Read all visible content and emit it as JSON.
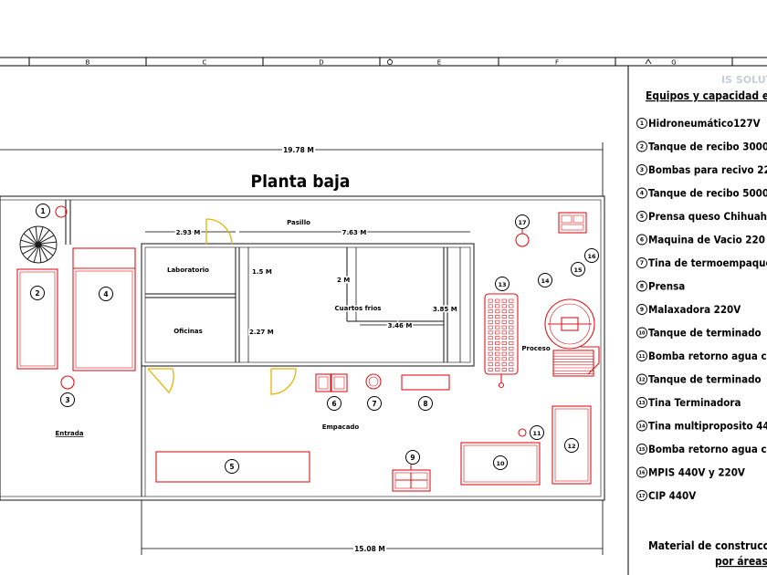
{
  "grid": {
    "columns": [
      "B",
      "C",
      "D",
      "E",
      "F",
      "G"
    ]
  },
  "watermark": "IS SOLUT",
  "drawing": {
    "title": "Planta baja",
    "dimensions": {
      "overall_width": "19.78 M",
      "bottom_width": "15.08 M",
      "lab_width": "2.93 M",
      "pasillo_width": "7.63 M",
      "lab_height": "1.5 M",
      "office_height": "2.27 M",
      "cold_inner_height": "2 M",
      "cold_width": "3.46 M",
      "cold_height": "3.85 M"
    },
    "rooms": {
      "laboratorio": "Laboratorio",
      "oficinas": "Oficinas",
      "pasillo": "Pasillo",
      "cuartos_frios": "Cuartos frios",
      "proceso": "Proceso",
      "empacado": "Empacado",
      "entrada": "Entrada"
    },
    "markers": [
      "1",
      "2",
      "3",
      "4",
      "5",
      "6",
      "7",
      "8",
      "9",
      "10",
      "11",
      "12",
      "13",
      "14",
      "15",
      "16",
      "17"
    ],
    "colors": {
      "equipment": "#e0161b",
      "walls": "#111111",
      "doors": "#e8b400",
      "stair": "#1a1a1a"
    }
  },
  "legend": {
    "title": "Equipos y capacidad en",
    "items": [
      {
        "num": "1",
        "text": "Hidroneumático127V"
      },
      {
        "num": "2",
        "text": "Tanque de recibo 3000"
      },
      {
        "num": "3",
        "text": "Bombas para recivo 22"
      },
      {
        "num": "4",
        "text": "Tanque de recibo 5000"
      },
      {
        "num": "5",
        "text": "Prensa queso Chihuah"
      },
      {
        "num": "6",
        "text": "Maquina de Vacio 220"
      },
      {
        "num": "7",
        "text": "Tina de termoempaque"
      },
      {
        "num": "8",
        "text": "Prensa"
      },
      {
        "num": "9",
        "text": "Malaxadora 220V"
      },
      {
        "num": "10",
        "text": "Tanque de terminado"
      },
      {
        "num": "11",
        "text": "Bomba retorno agua c"
      },
      {
        "num": "12",
        "text": "Tanque de terminado"
      },
      {
        "num": "13",
        "text": "Tina Terminadora"
      },
      {
        "num": "14",
        "text": "Tina multiproposito 44"
      },
      {
        "num": "15",
        "text": "Bomba retorno agua c"
      },
      {
        "num": "16",
        "text": "MPIS 440V y 220V"
      },
      {
        "num": "17",
        "text": "CIP 440V"
      }
    ],
    "footer_line1": "Material de construcció",
    "footer_line2": "por áreas"
  }
}
